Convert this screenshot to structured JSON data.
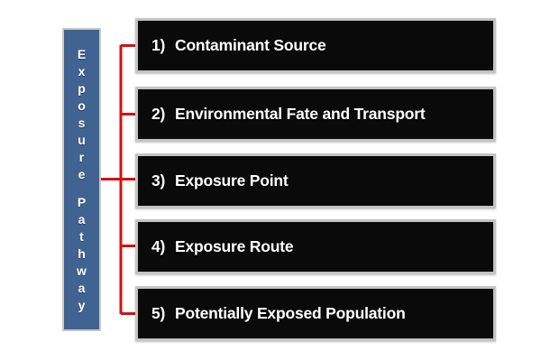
{
  "diagram": {
    "title": "Exposure Pathway",
    "side_panel": {
      "label": "Exposure Pathway",
      "letters": [
        "E",
        "x",
        "p",
        "o",
        "s",
        "u",
        "r",
        "e",
        " ",
        "P",
        "a",
        "t",
        "h",
        "w",
        "a",
        "y"
      ],
      "background_color": "#416391",
      "border_color": "#c9c9c9",
      "text_color": "#ffffff"
    },
    "connector": {
      "color": "#d90f0f",
      "style": "orthogonal-bracket"
    },
    "steps": [
      {
        "number": "1)",
        "label": "Contaminant Source"
      },
      {
        "number": "2)",
        "label": "Environmental Fate and Transport"
      },
      {
        "number": "3)",
        "label": "Exposure Point"
      },
      {
        "number": "4)",
        "label": "Exposure Route"
      },
      {
        "number": "5)",
        "label": "Potentially Exposed Population"
      }
    ],
    "box_style": {
      "background_color": "#0a0a0a",
      "border_color": "#c4c4c4",
      "text_color": "#ffffff"
    }
  }
}
